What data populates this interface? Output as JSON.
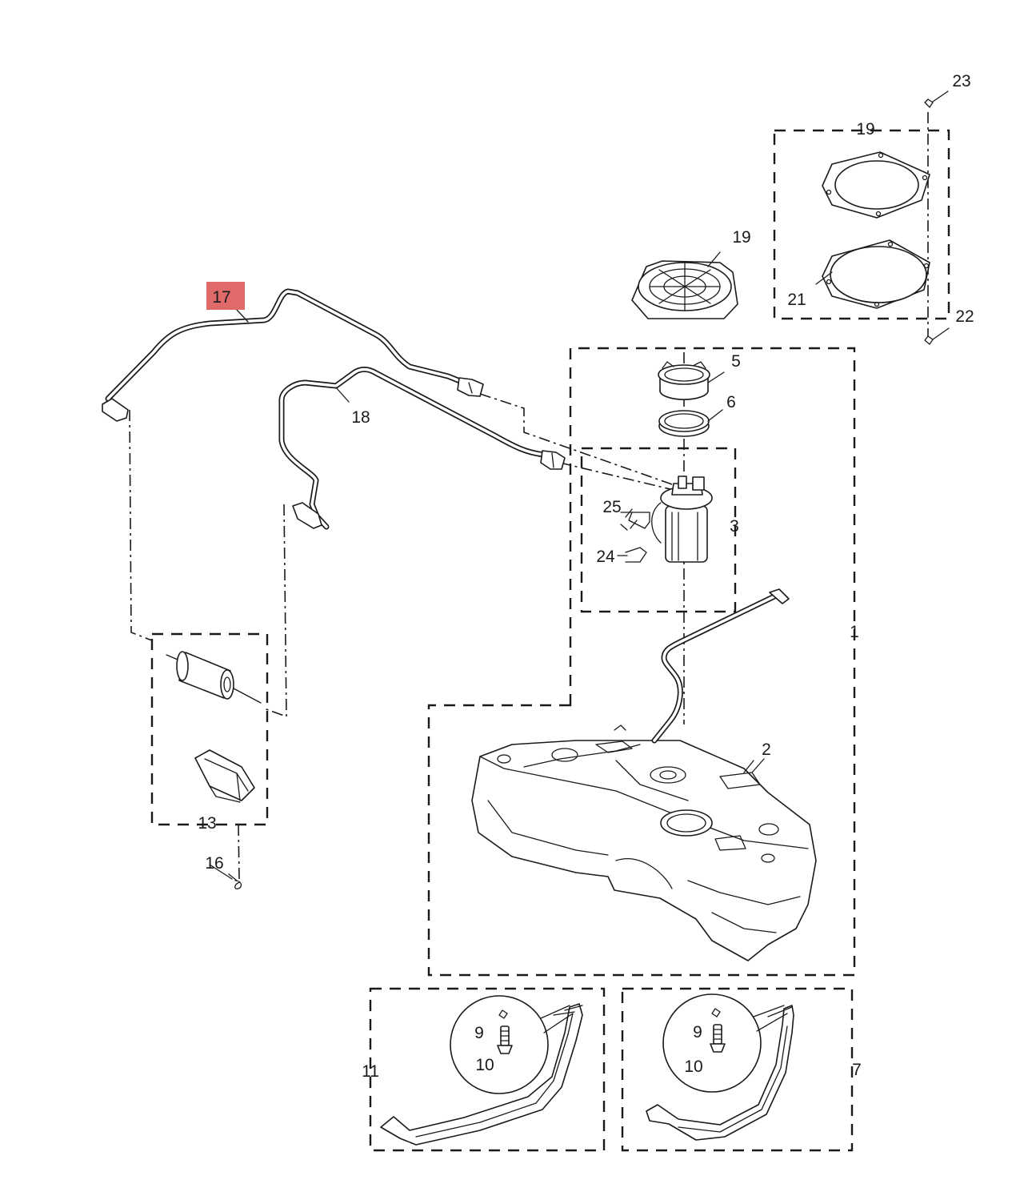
{
  "callouts": [
    {
      "id": "c1",
      "text": "1"
    },
    {
      "id": "c2",
      "text": "2"
    },
    {
      "id": "c3",
      "text": "3"
    },
    {
      "id": "c5",
      "text": "5"
    },
    {
      "id": "c6",
      "text": "6"
    },
    {
      "id": "c7",
      "text": "7"
    },
    {
      "id": "c9a",
      "text": "9"
    },
    {
      "id": "c9b",
      "text": "9"
    },
    {
      "id": "c10a",
      "text": "10"
    },
    {
      "id": "c10b",
      "text": "10"
    },
    {
      "id": "c11",
      "text": "11"
    },
    {
      "id": "c13",
      "text": "13"
    },
    {
      "id": "c16",
      "text": "16"
    },
    {
      "id": "c17",
      "text": "17"
    },
    {
      "id": "c18",
      "text": "18"
    },
    {
      "id": "c19a",
      "text": "19"
    },
    {
      "id": "c19b",
      "text": "19"
    },
    {
      "id": "c21",
      "text": "21"
    },
    {
      "id": "c22",
      "text": "22"
    },
    {
      "id": "c23",
      "text": "23"
    },
    {
      "id": "c24",
      "text": "24"
    },
    {
      "id": "c25",
      "text": "25"
    }
  ],
  "highlight": {
    "callout": "17",
    "color": "#e06a6a"
  }
}
